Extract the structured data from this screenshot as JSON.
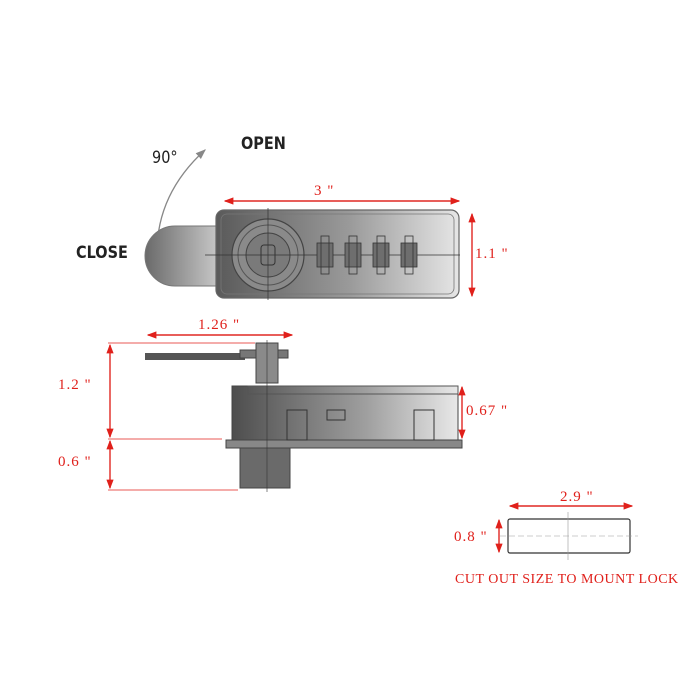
{
  "top_view": {
    "rotation_label": "90°",
    "open_label": "OPEN",
    "close_label": "CLOSE",
    "width_dimension": "3 \"",
    "height_dimension": "1.1 \"",
    "dial_count": 4
  },
  "side_view": {
    "cam_length_dimension": "1.26 \"",
    "upper_height_dimension": "1.2 \"",
    "lower_height_dimension": "0.6 \"",
    "body_height_dimension": "0.67 \""
  },
  "cutout": {
    "width_dimension": "2.9 \"",
    "height_dimension": "0.8 \"",
    "caption": "CUT OUT SIZE TO MOUNT LOCK"
  },
  "colors": {
    "dimension_red": "#e0201b",
    "drawing_gray": "#555555"
  }
}
